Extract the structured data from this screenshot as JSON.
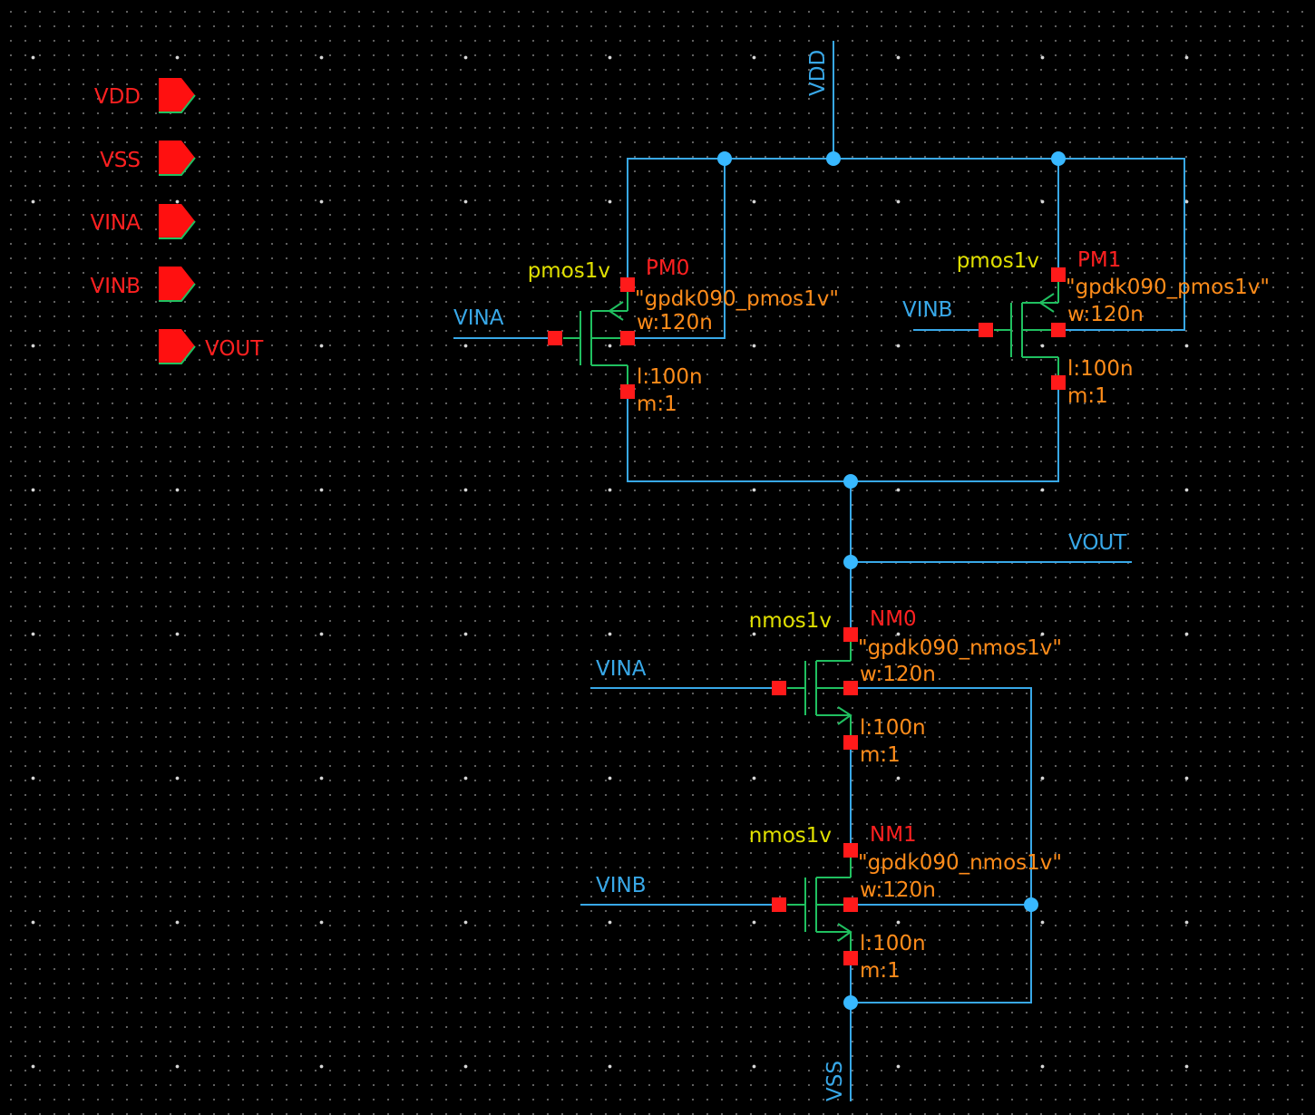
{
  "colors": {
    "background": "#000000",
    "wire": "#38a8e8",
    "junction": "#38b8ff",
    "symbol": "#20c060",
    "pin": "#ff1a1a",
    "cell_name": "#e0e000",
    "instance_name": "#ff2020",
    "parameter": "#ff8c1a",
    "port_label": "#ff2020"
  },
  "ports": [
    {
      "name": "VDD",
      "direction": "input"
    },
    {
      "name": "VSS",
      "direction": "input"
    },
    {
      "name": "VINA",
      "direction": "input"
    },
    {
      "name": "VINB",
      "direction": "input"
    },
    {
      "name": "VOUT",
      "direction": "output"
    }
  ],
  "nets": {
    "vdd": "VDD",
    "vss": "VSS",
    "vout": "VOUT",
    "pm0_gate": "VINA",
    "pm1_gate": "VINB",
    "nm0_gate": "VINA",
    "nm1_gate": "VINB"
  },
  "instances": {
    "pm0": {
      "cell": "pmos1v",
      "name": "PM0",
      "model": "\"gpdk090_pmos1v\"",
      "w": "w:120n",
      "l": "l:100n",
      "m": "m:1"
    },
    "pm1": {
      "cell": "pmos1v",
      "name": "PM1",
      "model": "\"gpdk090_pmos1v\"",
      "w": "w:120n",
      "l": "l:100n",
      "m": "m:1"
    },
    "nm0": {
      "cell": "nmos1v",
      "name": "NM0",
      "model": "\"gpdk090_nmos1v\"",
      "w": "w:120n",
      "l": "l:100n",
      "m": "m:1"
    },
    "nm1": {
      "cell": "nmos1v",
      "name": "NM1",
      "model": "\"gpdk090_nmos1v\"",
      "w": "w:120n",
      "l": "l:100n",
      "m": "m:1"
    }
  }
}
